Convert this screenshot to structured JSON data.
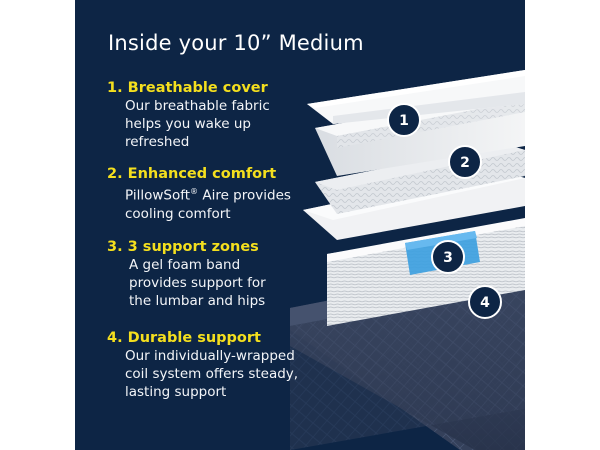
{
  "title": "Inside your 10” Medium",
  "features": [
    {
      "num": "1.",
      "heading": "Breathable cover",
      "desc": [
        "Our breathable fabric",
        "helps you wake up",
        "refreshed"
      ]
    },
    {
      "num": "2.",
      "heading": "Enhanced comfort",
      "desc_pre": "PillowSoft",
      "desc_sup": "®",
      "desc_post": " Aire provides",
      "desc2": "cooling comfort"
    },
    {
      "num": "3.",
      "heading": "3 support zones",
      "desc": [
        "A gel foam band",
        "provides support for",
        "the lumbar and hips"
      ]
    },
    {
      "num": "4.",
      "heading": "Durable support",
      "desc": [
        "Our individually-wrapped",
        "coil system offers steady,",
        "lasting support"
      ]
    }
  ],
  "badges": [
    "1",
    "2",
    "3",
    "4"
  ],
  "colors": {
    "panel": "#0d2545",
    "accent": "#f4df1e",
    "text": "#ffffff",
    "badge": "#0d2545",
    "gel": "#3d9fe0"
  }
}
